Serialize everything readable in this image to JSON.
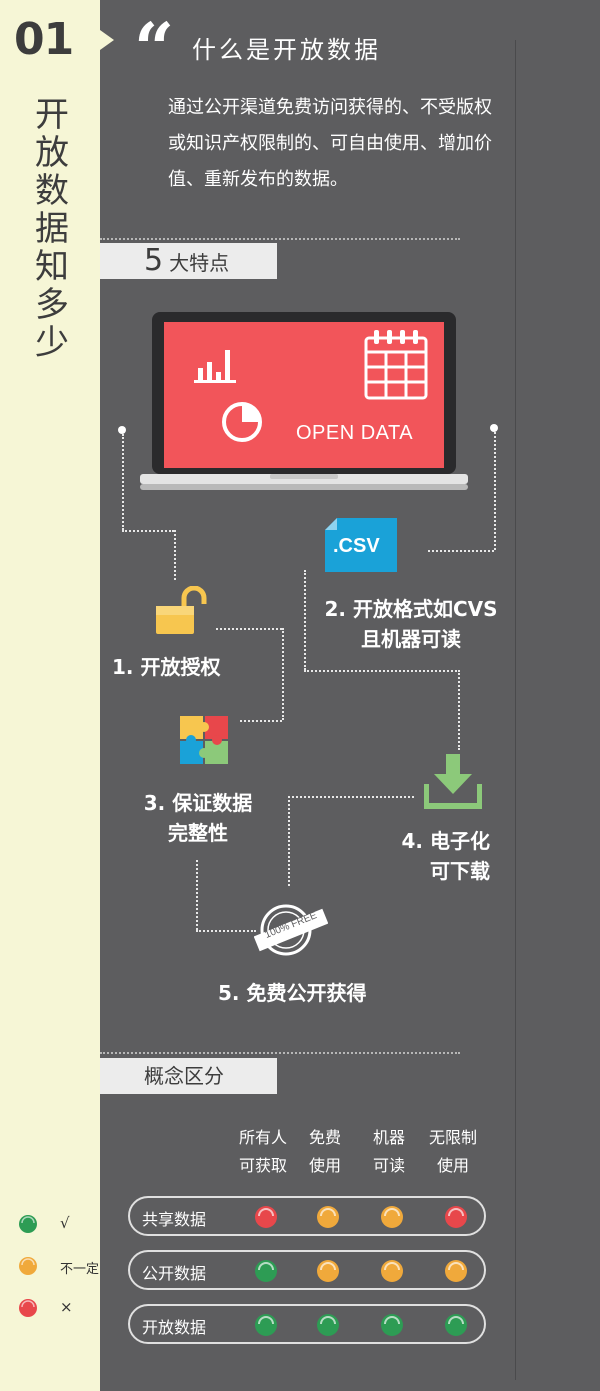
{
  "sidebar": {
    "number": "01",
    "title": "开放数据知多少",
    "legend": [
      {
        "status": "yes",
        "color": "#2d9c54",
        "label": "√"
      },
      {
        "status": "maybe",
        "color": "#f0a93b",
        "label": "不一定"
      },
      {
        "status": "no",
        "color": "#e8474b",
        "label": "×"
      }
    ]
  },
  "definition": {
    "title": "什么是开放数据",
    "text": "通过公开渠道免费访问获得的、不受版权或知识产权限制的、可自由使用、增加价值、重新发布的数据。"
  },
  "features": {
    "tab_number": "5",
    "tab_label": "大特点",
    "laptop_screen_text": "OPEN DATA",
    "csv_icon_text": ".CSV",
    "free_badge_text": "100% FREE",
    "items": [
      {
        "icon": "unlocked-padlock-icon",
        "line1": "1. 开放授权",
        "line2": ""
      },
      {
        "icon": "csv-file-icon",
        "line1": "2. 开放格式如CVS",
        "line2": "且机器可读"
      },
      {
        "icon": "puzzle-icon",
        "line1": "3. 保证数据",
        "line2": "完整性"
      },
      {
        "icon": "download-icon",
        "line1": "4. 电子化",
        "line2": "可下载"
      },
      {
        "icon": "free-badge-icon",
        "line1": "5. 免费公开获得",
        "line2": ""
      }
    ]
  },
  "concepts": {
    "tab_label": "概念区分",
    "columns": [
      {
        "line1": "所有人",
        "line2": "可获取"
      },
      {
        "line1": "免费",
        "line2": "使用"
      },
      {
        "line1": "机器",
        "line2": "可读"
      },
      {
        "line1": "无限制",
        "line2": "使用"
      }
    ],
    "rows": [
      {
        "label": "共享数据",
        "values": [
          "no",
          "maybe",
          "maybe",
          "no"
        ]
      },
      {
        "label": "公开数据",
        "values": [
          "yes",
          "maybe",
          "maybe",
          "maybe"
        ]
      },
      {
        "label": "开放数据",
        "values": [
          "yes",
          "yes",
          "yes",
          "yes"
        ]
      }
    ]
  },
  "colors": {
    "background": "#5d5d5f",
    "sidebar": "#f6f6d6",
    "screen_red": "#f2555a",
    "csv_blue": "#1aa2d8",
    "download_green": "#8cc97a",
    "lock_yellow": "#f7c64f",
    "status_yes": "#2d9c54",
    "status_maybe": "#f0a93b",
    "status_no": "#e8474b"
  }
}
